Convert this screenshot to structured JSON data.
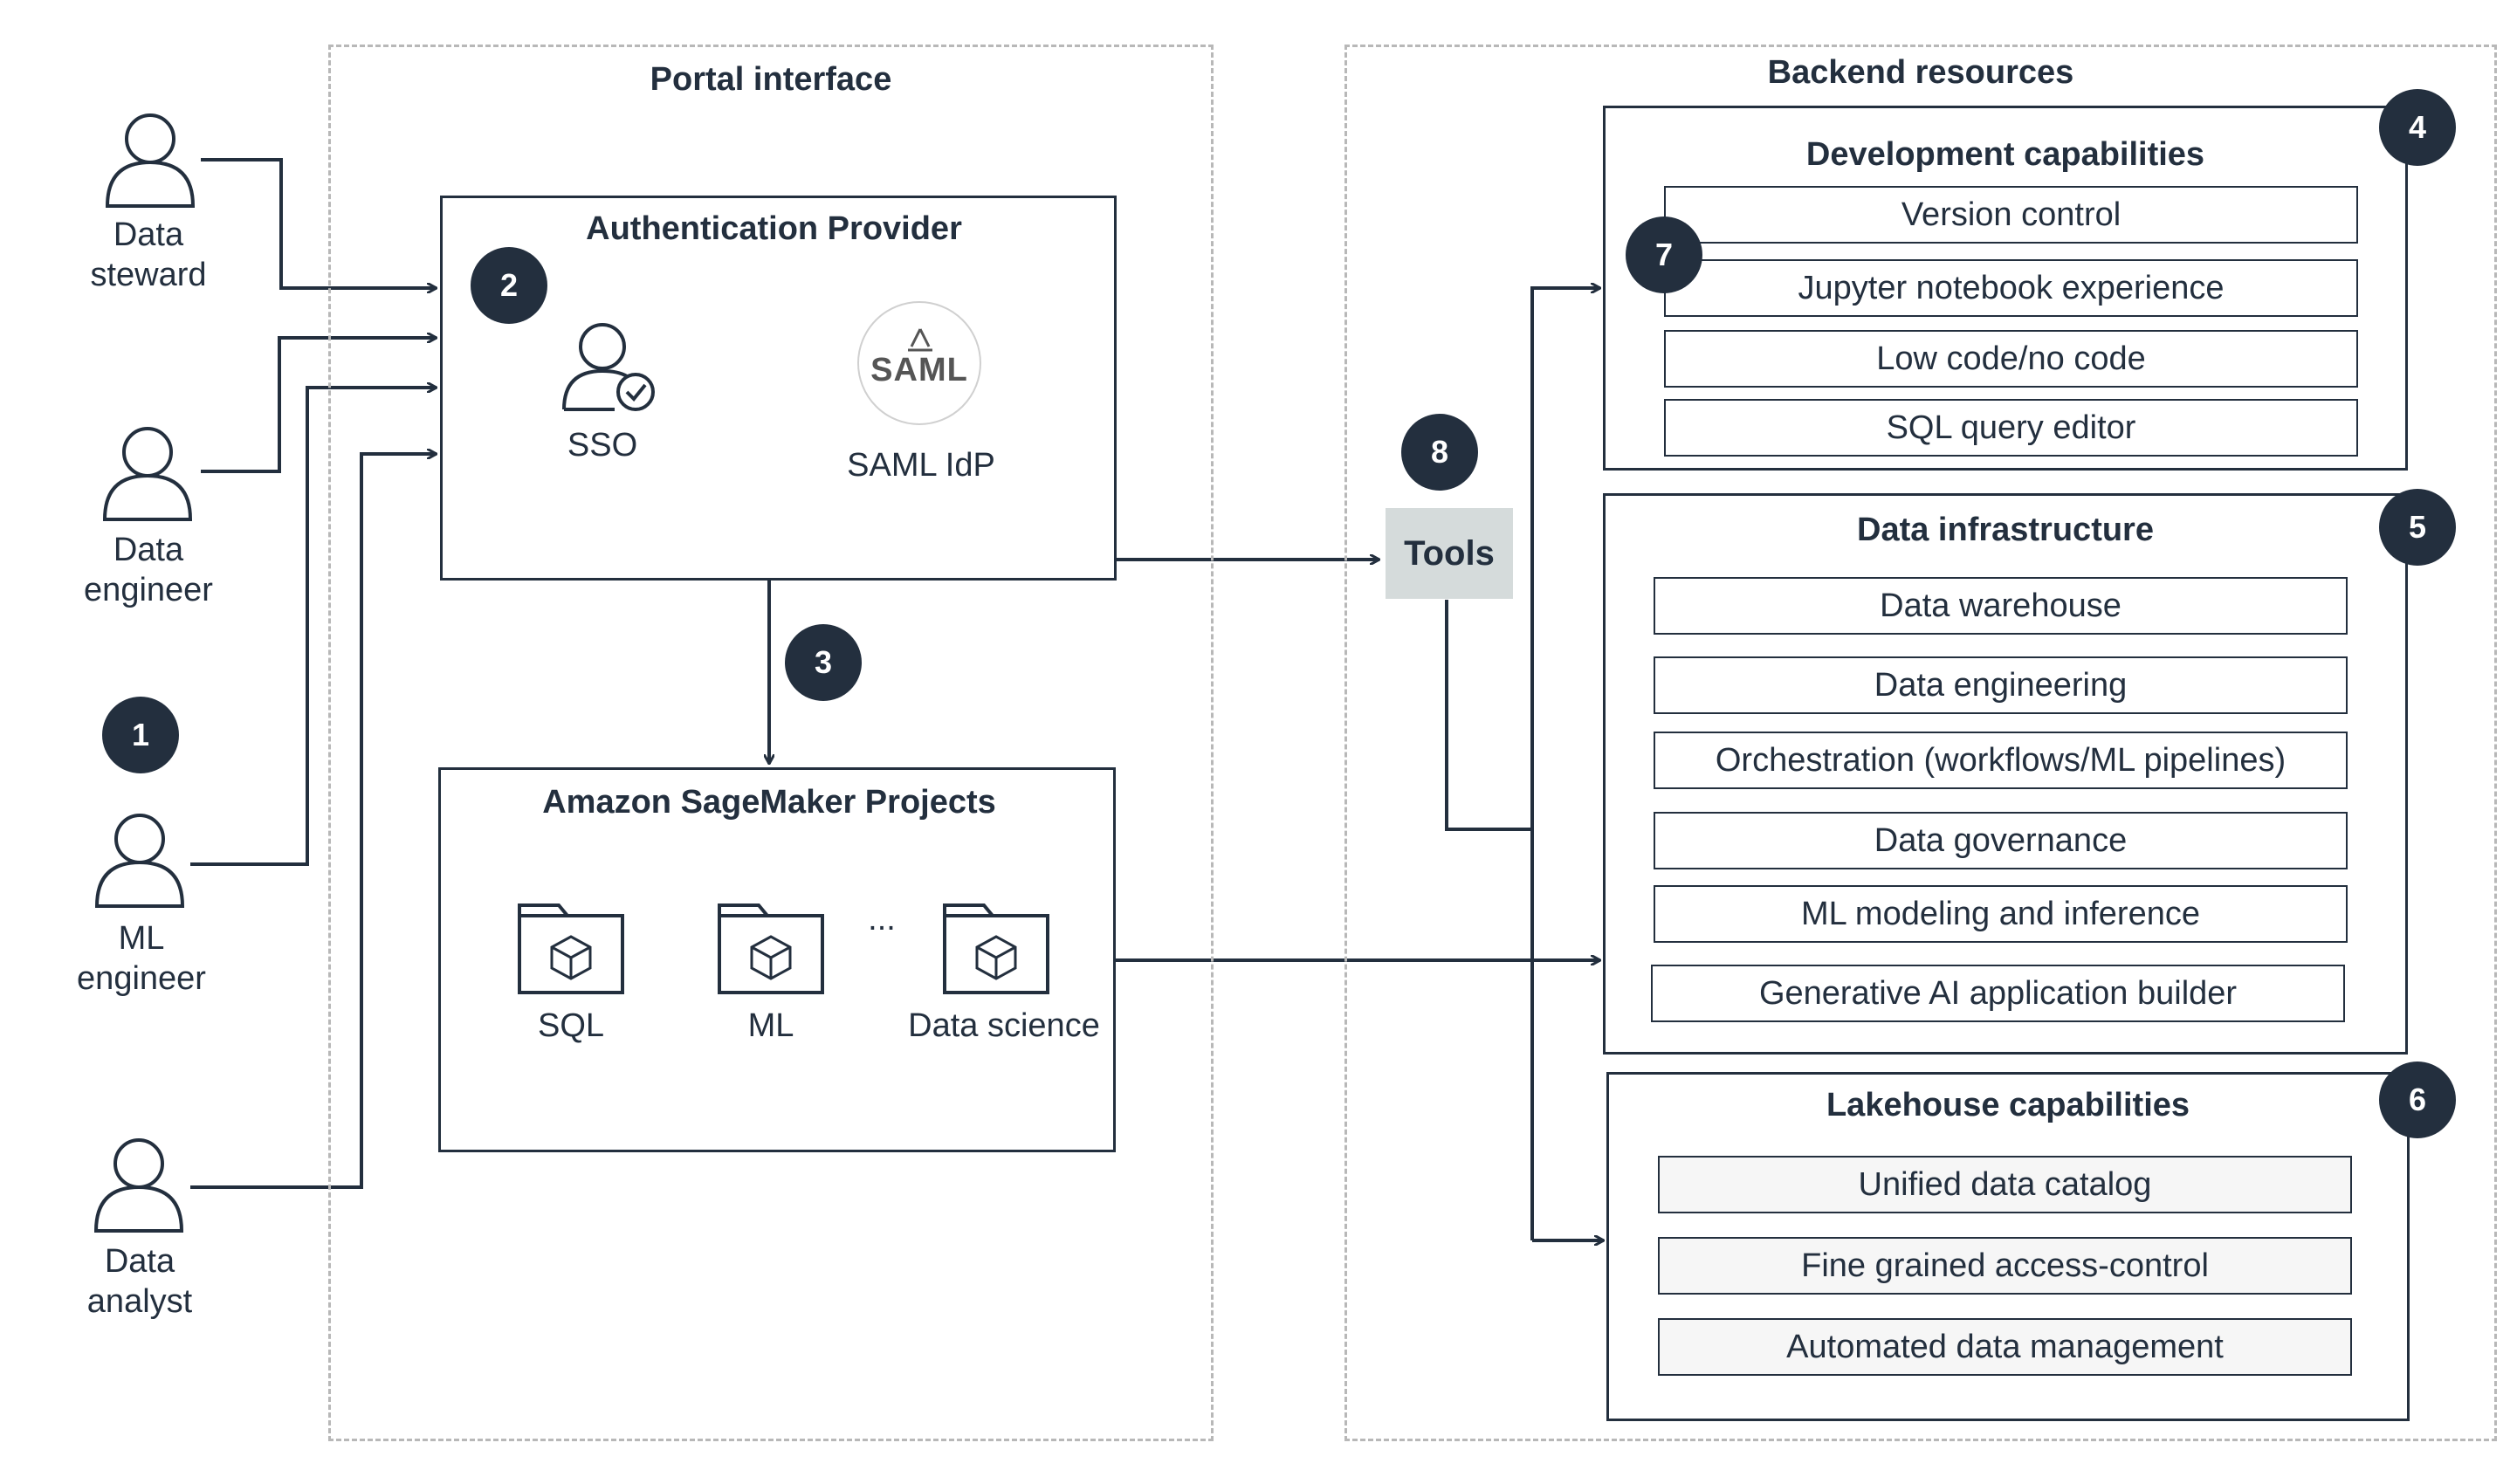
{
  "regions": {
    "portal": "Portal interface",
    "backend": "Backend resources"
  },
  "personas": [
    {
      "line1": "Data",
      "line2": "steward"
    },
    {
      "line1": "Data",
      "line2": "engineer"
    },
    {
      "line1": "ML",
      "line2": "engineer"
    },
    {
      "line1": "Data",
      "line2": "analyst"
    }
  ],
  "auth": {
    "title": "Authentication Provider",
    "sso_label": "SSO",
    "saml_logo": "SAML",
    "saml_label": "SAML IdP"
  },
  "projects": {
    "title": "Amazon SageMaker Projects",
    "folders": [
      "SQL",
      "ML",
      "Data science"
    ],
    "ellipsis": "..."
  },
  "tools": "Tools",
  "development": {
    "title": "Development capabilities",
    "items": [
      "Version control",
      "Jupyter notebook experience",
      "Low code/no code",
      "SQL query editor"
    ]
  },
  "infrastructure": {
    "title": "Data infrastructure",
    "items": [
      "Data warehouse",
      "Data engineering",
      "Orchestration (workflows/ML pipelines)",
      "Data governance",
      "ML modeling and inference",
      "Generative AI application builder"
    ]
  },
  "lakehouse": {
    "title": "Lakehouse capabilities",
    "items": [
      "Unified data catalog",
      "Fine grained access-control",
      "Automated data management"
    ]
  },
  "badges": [
    "1",
    "2",
    "3",
    "4",
    "5",
    "6",
    "7",
    "8"
  ],
  "colors": {
    "ink": "#232f3e",
    "tools_bg": "#d5dbdb",
    "dashed_border": "#b8b8b8"
  }
}
